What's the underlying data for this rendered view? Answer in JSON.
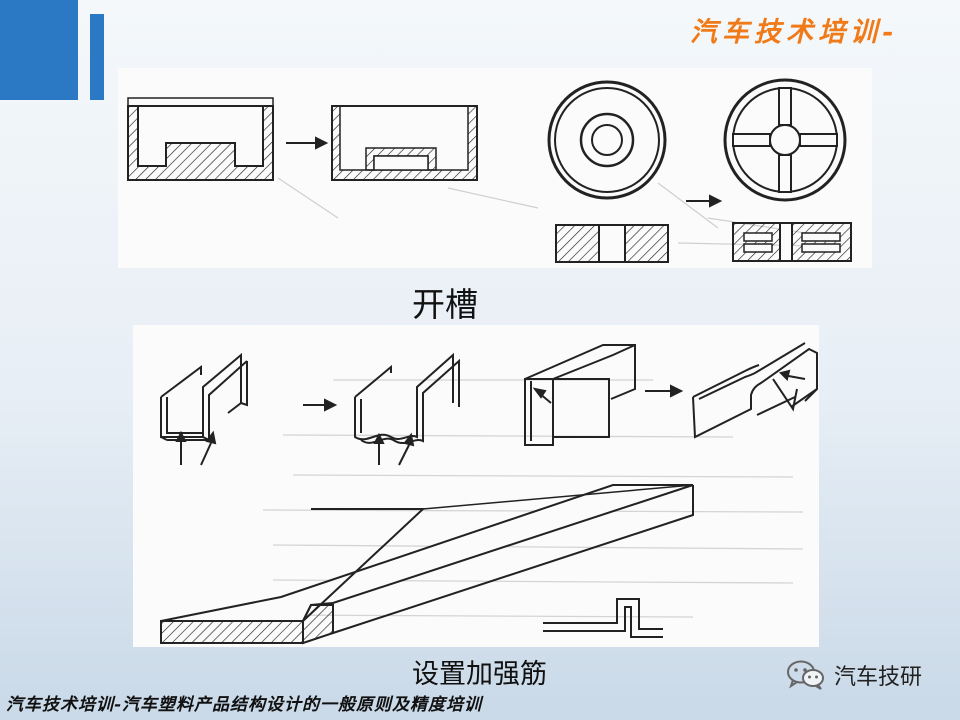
{
  "brand": "汽车技术培训-",
  "captions": {
    "top": "开槽",
    "bottom": "设置加强筋"
  },
  "footer": "汽车技术培训-汽车塑料产品结构设计的一般原则及精度培训",
  "watermark": "汽车技研",
  "colors": {
    "accent_blue": "#2b78c4",
    "brand_orange": "#f07a18",
    "line": "#222222"
  },
  "icons": [
    "wechat-icon",
    "arrow-right-icon"
  ]
}
